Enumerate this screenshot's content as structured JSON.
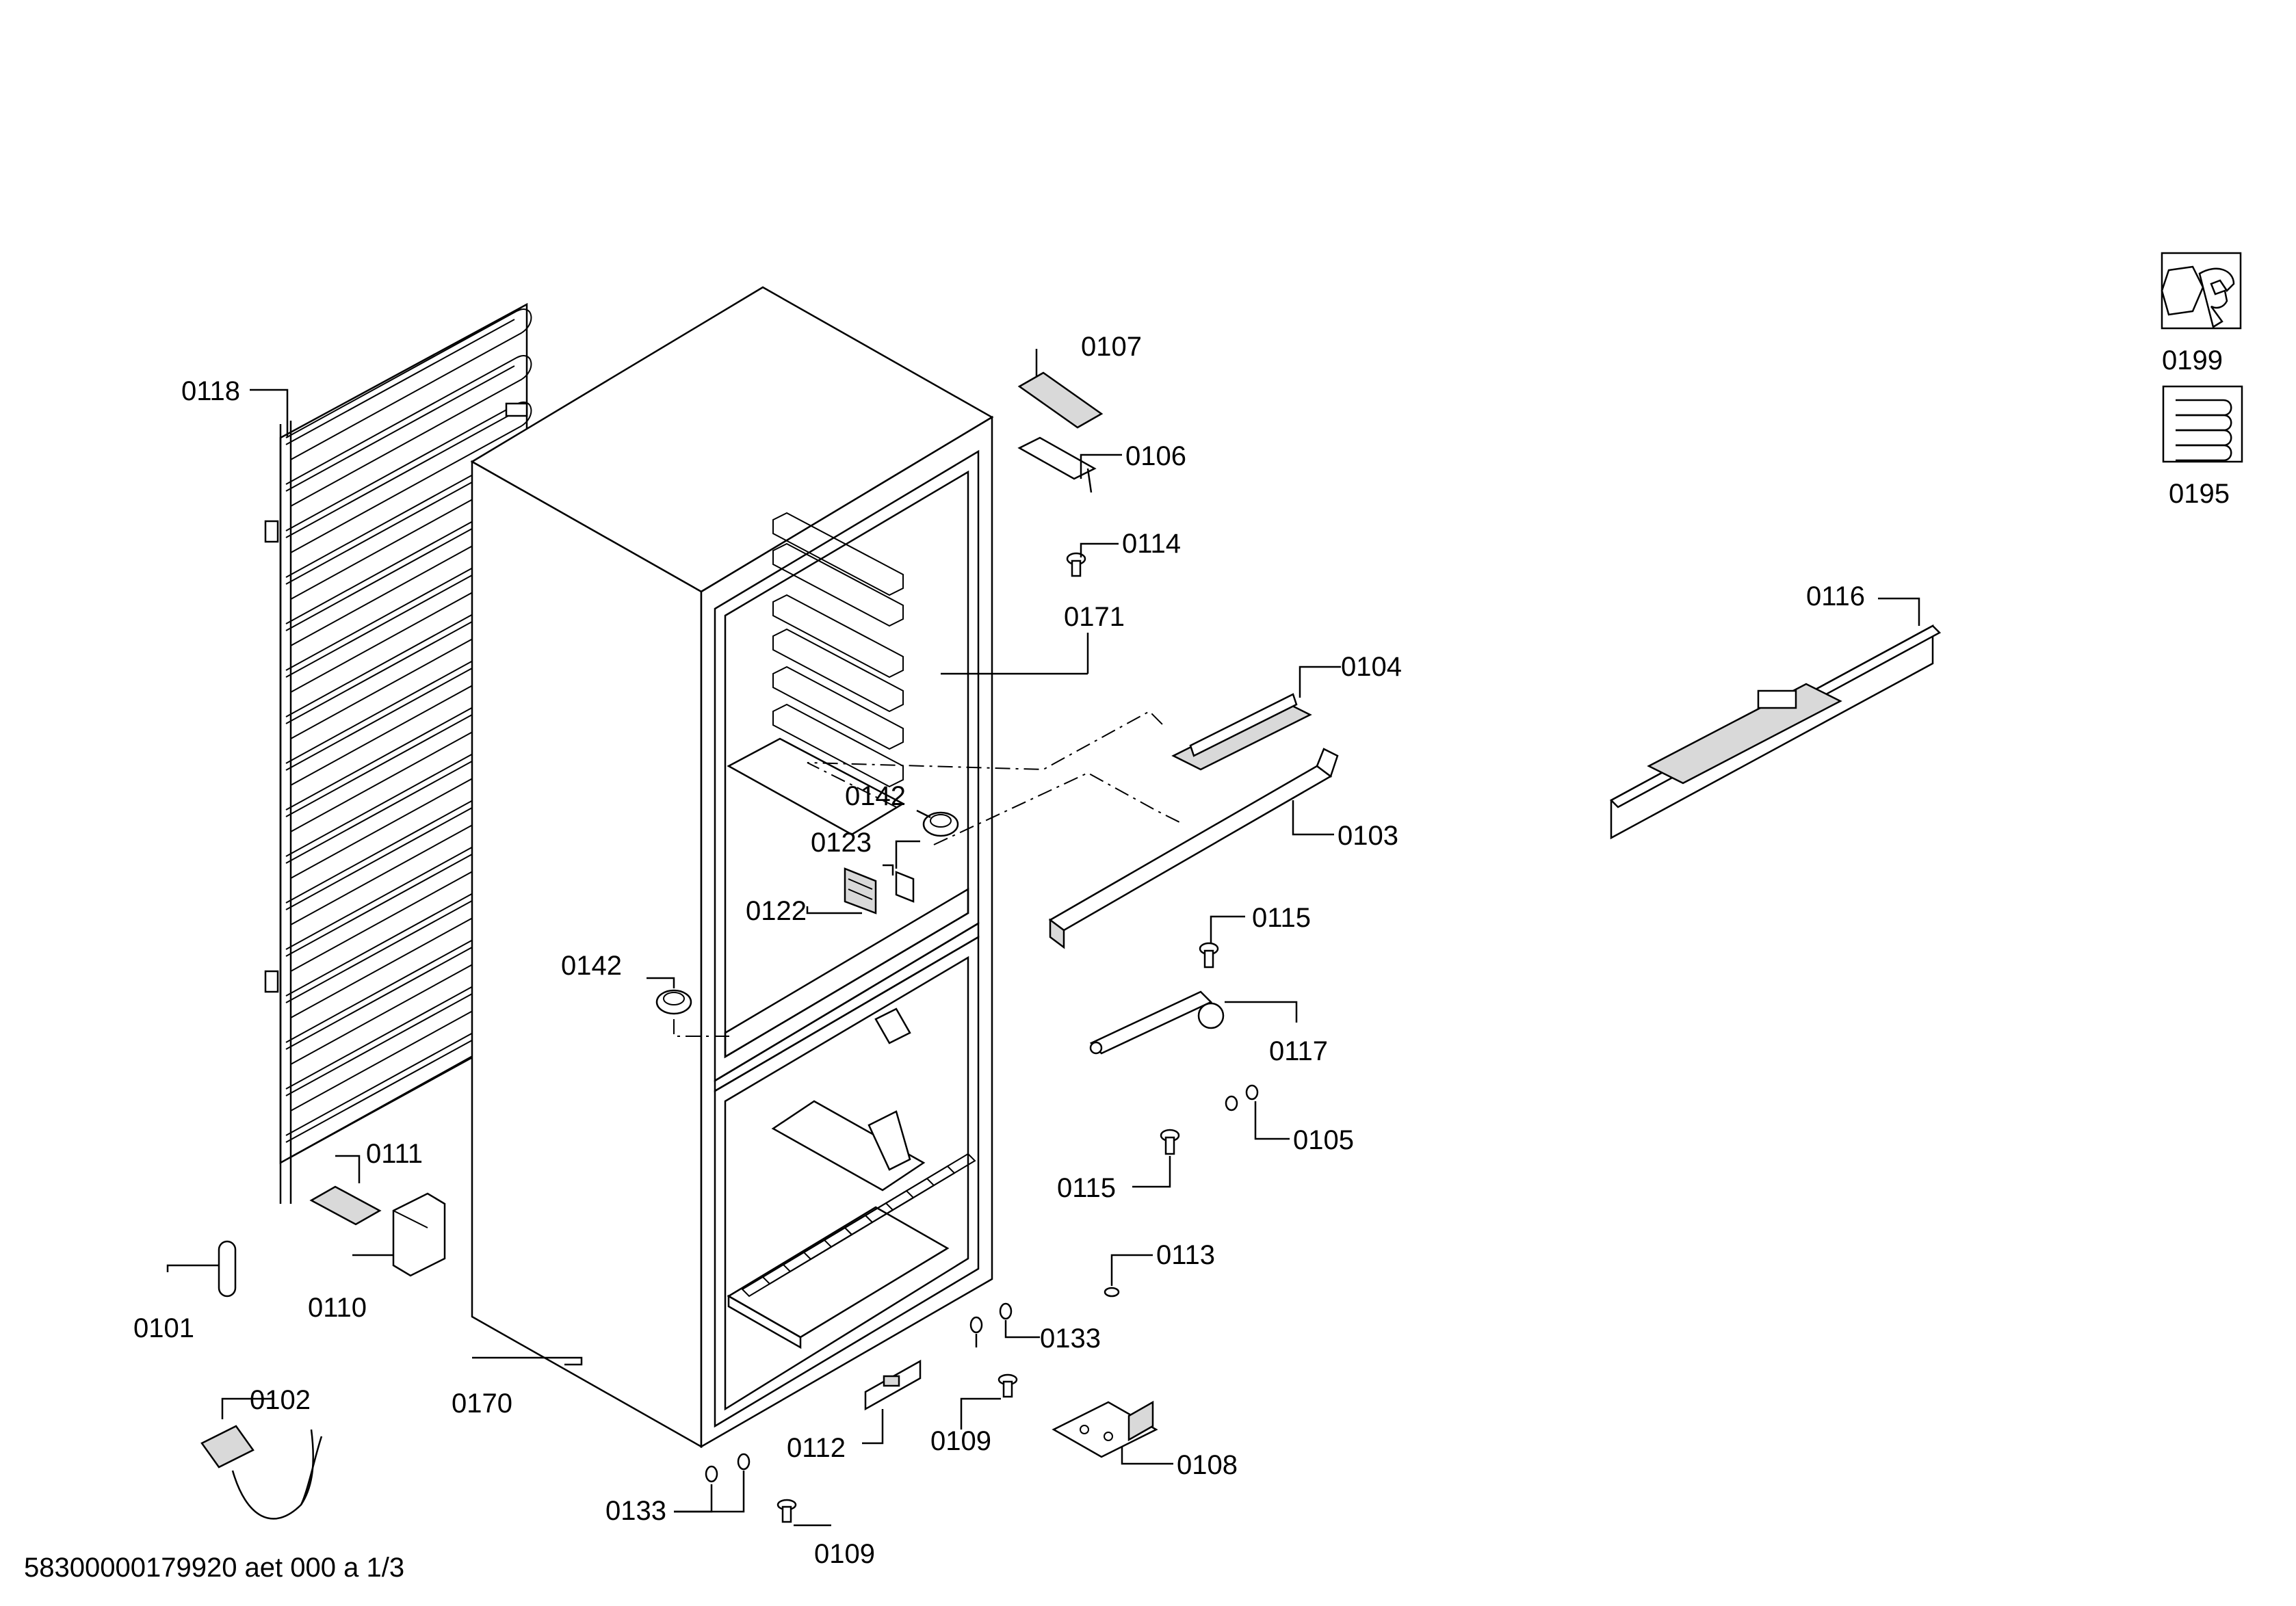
{
  "footer": {
    "document_code": "58300000179920 aet 000 a 1/3"
  },
  "icons": [
    {
      "id": "icon-0199",
      "icon": "wrench-nut-icon",
      "label": "0199"
    },
    {
      "id": "icon-0195",
      "icon": "condenser-coil-icon",
      "label": "0195"
    }
  ],
  "parts": [
    {
      "id": "p0101",
      "number": "0101"
    },
    {
      "id": "p0102",
      "number": "0102"
    },
    {
      "id": "p0103",
      "number": "0103"
    },
    {
      "id": "p0104",
      "number": "0104"
    },
    {
      "id": "p0105",
      "number": "0105"
    },
    {
      "id": "p0106",
      "number": "0106"
    },
    {
      "id": "p0107",
      "number": "0107"
    },
    {
      "id": "p0108",
      "number": "0108"
    },
    {
      "id": "p0109a",
      "number": "0109"
    },
    {
      "id": "p0109b",
      "number": "0109"
    },
    {
      "id": "p0110",
      "number": "0110"
    },
    {
      "id": "p0111",
      "number": "0111"
    },
    {
      "id": "p0112",
      "number": "0112"
    },
    {
      "id": "p0113",
      "number": "0113"
    },
    {
      "id": "p0114",
      "number": "0114"
    },
    {
      "id": "p0115a",
      "number": "0115"
    },
    {
      "id": "p0115b",
      "number": "0115"
    },
    {
      "id": "p0116",
      "number": "0116"
    },
    {
      "id": "p0117",
      "number": "0117"
    },
    {
      "id": "p0118",
      "number": "0118"
    },
    {
      "id": "p0122",
      "number": "0122"
    },
    {
      "id": "p0123",
      "number": "0123"
    },
    {
      "id": "p0133a",
      "number": "0133"
    },
    {
      "id": "p0133b",
      "number": "0133"
    },
    {
      "id": "p0142a",
      "number": "0142"
    },
    {
      "id": "p0142b",
      "number": "0142"
    },
    {
      "id": "p0170",
      "number": "0170"
    },
    {
      "id": "p0171",
      "number": "0171"
    }
  ]
}
